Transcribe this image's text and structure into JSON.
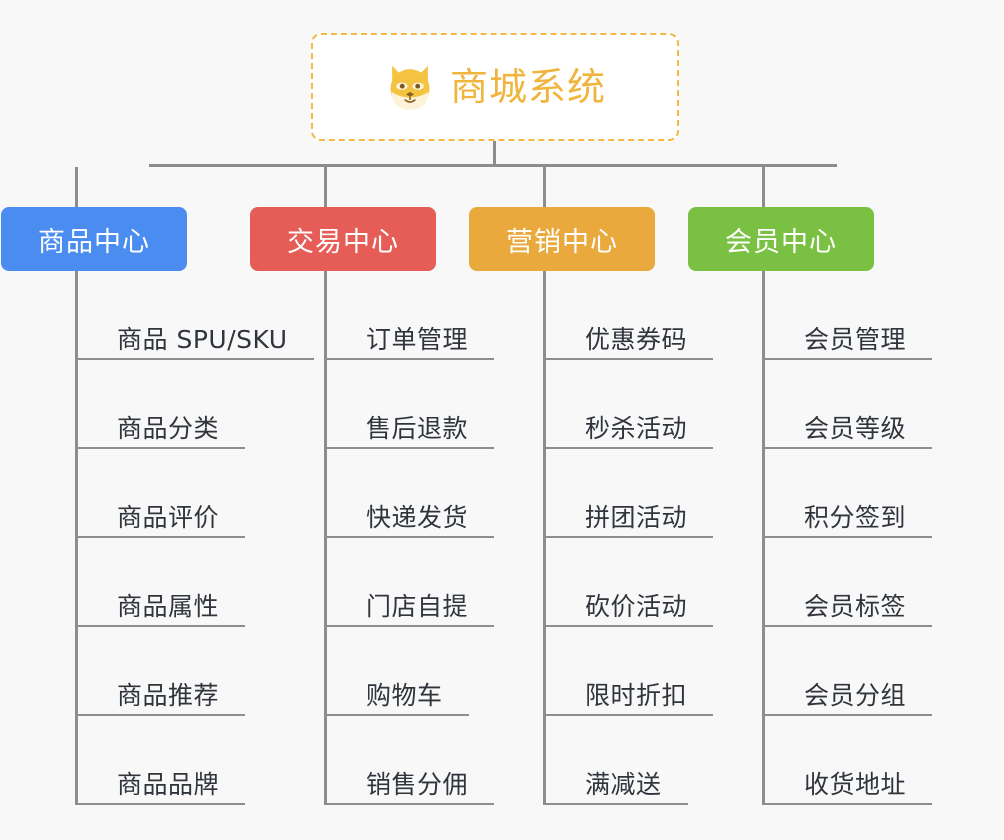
{
  "page": {
    "background_color": "#f8f8f8",
    "title": "商城系统"
  },
  "root": {
    "label": "商城系统",
    "icon": "shiba-dog-face-icon",
    "text_color": "#f0b53c",
    "border_color": "#f3b944",
    "background_color": "#ffffff"
  },
  "connector": {
    "color": "#8d8d8d"
  },
  "branches": [
    {
      "id": "product-center",
      "label": "商品中心",
      "color": "#4a8cf0",
      "leaves": [
        {
          "label": "商品 SPU/SKU"
        },
        {
          "label": "商品分类"
        },
        {
          "label": "商品评价"
        },
        {
          "label": "商品属性"
        },
        {
          "label": "商品推荐"
        },
        {
          "label": "商品品牌"
        }
      ]
    },
    {
      "id": "trade-center",
      "label": "交易中心",
      "color": "#e65c57",
      "leaves": [
        {
          "label": "订单管理"
        },
        {
          "label": "售后退款"
        },
        {
          "label": "快递发货"
        },
        {
          "label": "门店自提"
        },
        {
          "label": "购物车"
        },
        {
          "label": "销售分佣"
        }
      ]
    },
    {
      "id": "marketing-center",
      "label": "营销中心",
      "color": "#e9a93c",
      "leaves": [
        {
          "label": "优惠券码"
        },
        {
          "label": "秒杀活动"
        },
        {
          "label": "拼团活动"
        },
        {
          "label": "砍价活动"
        },
        {
          "label": "限时折扣"
        },
        {
          "label": "满减送"
        }
      ]
    },
    {
      "id": "member-center",
      "label": "会员中心",
      "color": "#7ac143",
      "leaves": [
        {
          "label": "会员管理"
        },
        {
          "label": "会员等级"
        },
        {
          "label": "积分签到"
        },
        {
          "label": "会员标签"
        },
        {
          "label": "会员分组"
        },
        {
          "label": "收货地址"
        }
      ]
    }
  ]
}
